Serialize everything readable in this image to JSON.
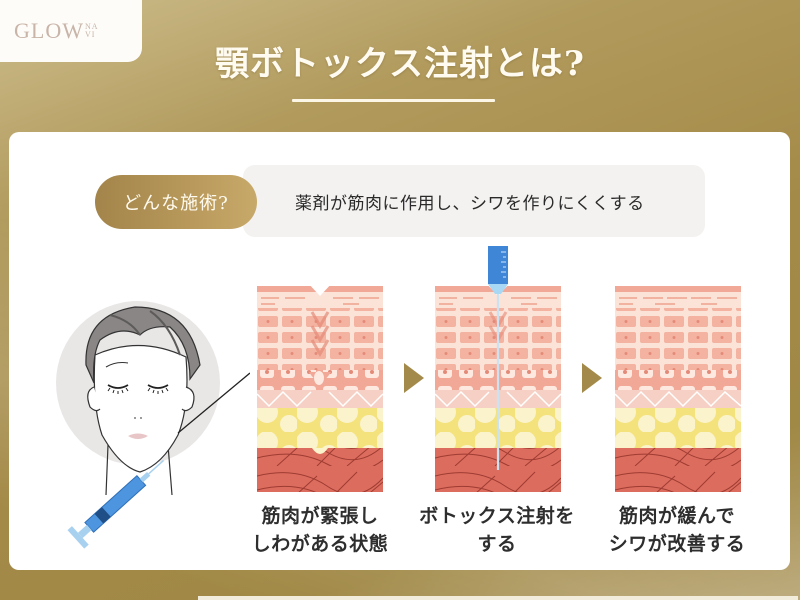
{
  "logo": {
    "main": "GLOW",
    "sub_top": "NA",
    "sub_bottom": "VI"
  },
  "title": "顎ボトックス注射とは?",
  "question": {
    "label": "どんな施術?",
    "answer": "薬剤が筋肉に作用し、シワを作りにくくする"
  },
  "steps": [
    {
      "line1": "筋肉が緊張し",
      "line2": "しわがある状態",
      "illustration": "tense-muscle-wrinkle"
    },
    {
      "line1": "ボトックス注射を",
      "line2": "する",
      "illustration": "botox-injection"
    },
    {
      "line1": "筋肉が緩んで",
      "line2": "シワが改善する",
      "illustration": "relaxed-muscle-smooth"
    }
  ],
  "icons": {
    "face": "woman-face-illustration",
    "syringe": "syringe-icon",
    "arrow": "arrow-right-icon"
  },
  "colors": {
    "gold": "#a48a4a",
    "gold_light": "#c7a96a",
    "title_text": "#fffbf0",
    "skin_top": "#f4b8a4",
    "skin_cells": "#f7c9b8",
    "fat_yellow": "#f6e68a",
    "muscle_red": "#d9675a",
    "syringe_blue": "#3f86d6"
  }
}
